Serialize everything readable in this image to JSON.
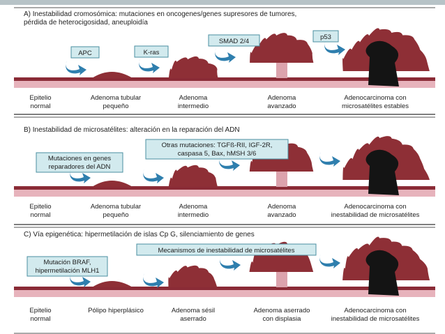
{
  "sections": [
    {
      "title": "A) Inestabilidad cromosómica: mutaciones en oncogenes/genes supresores de tumores, pérdida de heterocigosidad, aneuploidía",
      "title_lines": [
        "A) Inestabilidad cromosómica: mutaciones en oncogenes/genes supresores de tumores,",
        "pérdida de heterocigosidad, aneuploidía"
      ],
      "boxes": [
        {
          "lines": [
            "APC"
          ]
        },
        {
          "lines": [
            "K-ras"
          ]
        },
        {
          "lines": [
            "SMAD 2/4"
          ]
        },
        {
          "lines": [
            "p53"
          ]
        }
      ],
      "stages": [
        [
          "Epitelio",
          "normal"
        ],
        [
          "Adenoma tubular",
          "pequeño"
        ],
        [
          "Adenoma",
          "intermedio"
        ],
        [
          "Adenoma",
          "avanzado"
        ],
        [
          "Adenocarcinoma con",
          "microsatélites estables"
        ]
      ]
    },
    {
      "title": "B) Inestabilidad de microsatélites: alteración en la reparación del ADN",
      "title_lines": [
        "B) Inestabilidad de microsatélites: alteración en la reparación del ADN"
      ],
      "boxes": [
        {
          "lines": [
            "Mutaciones en genes",
            "reparadores del ADN"
          ]
        },
        {
          "lines": [
            "Otras mutaciones: TGFß-RII, IGF-2R,",
            "caspasa 5, Bax, hMSH 3/6"
          ]
        }
      ],
      "stages": [
        [
          "Epitelio",
          "normal"
        ],
        [
          "Adenoma tubular",
          "pequeño"
        ],
        [
          "Adenoma",
          "intermedio"
        ],
        [
          "Adenoma",
          "avanzado"
        ],
        [
          "Adenocarcinoma con",
          "inestabilidad de microsatélites"
        ]
      ]
    },
    {
      "title": "C) Vía epigenética: hipermetilación de islas Cp G, silenciamiento de genes",
      "title_lines": [
        "C) Vía epigenética: hipermetilación de islas Cp G, silenciamiento de genes"
      ],
      "boxes": [
        {
          "lines": [
            "Mutación BRAF,",
            "hipermetilación MLH1"
          ]
        },
        {
          "lines": [
            "Mecanismos de inestabilidad de microsatélites"
          ]
        }
      ],
      "stages": [
        [
          "Epitelio",
          "normal"
        ],
        [
          "Pólipo hiperplásico",
          ""
        ],
        [
          "Adenoma sésil",
          "aserrado"
        ],
        [
          "Adenoma aserrado",
          "con displasia"
        ],
        [
          "Adenocarcinoma con",
          "inestabilidad de microsatélites"
        ]
      ]
    }
  ],
  "colors": {
    "frame_bar": "#b7c3c7",
    "epithelium_top": "#8a2b36",
    "epithelium_base": "#e7b3bc",
    "polyp": "#8e2f36",
    "polyp_dark": "#5b1418",
    "stalk": "#dca3ad",
    "tumor_black": "#141414",
    "box_fill": "#d2eaee",
    "box_stroke": "#4b8fa0",
    "arrow": "#2f7fae",
    "rule": "#555555"
  }
}
